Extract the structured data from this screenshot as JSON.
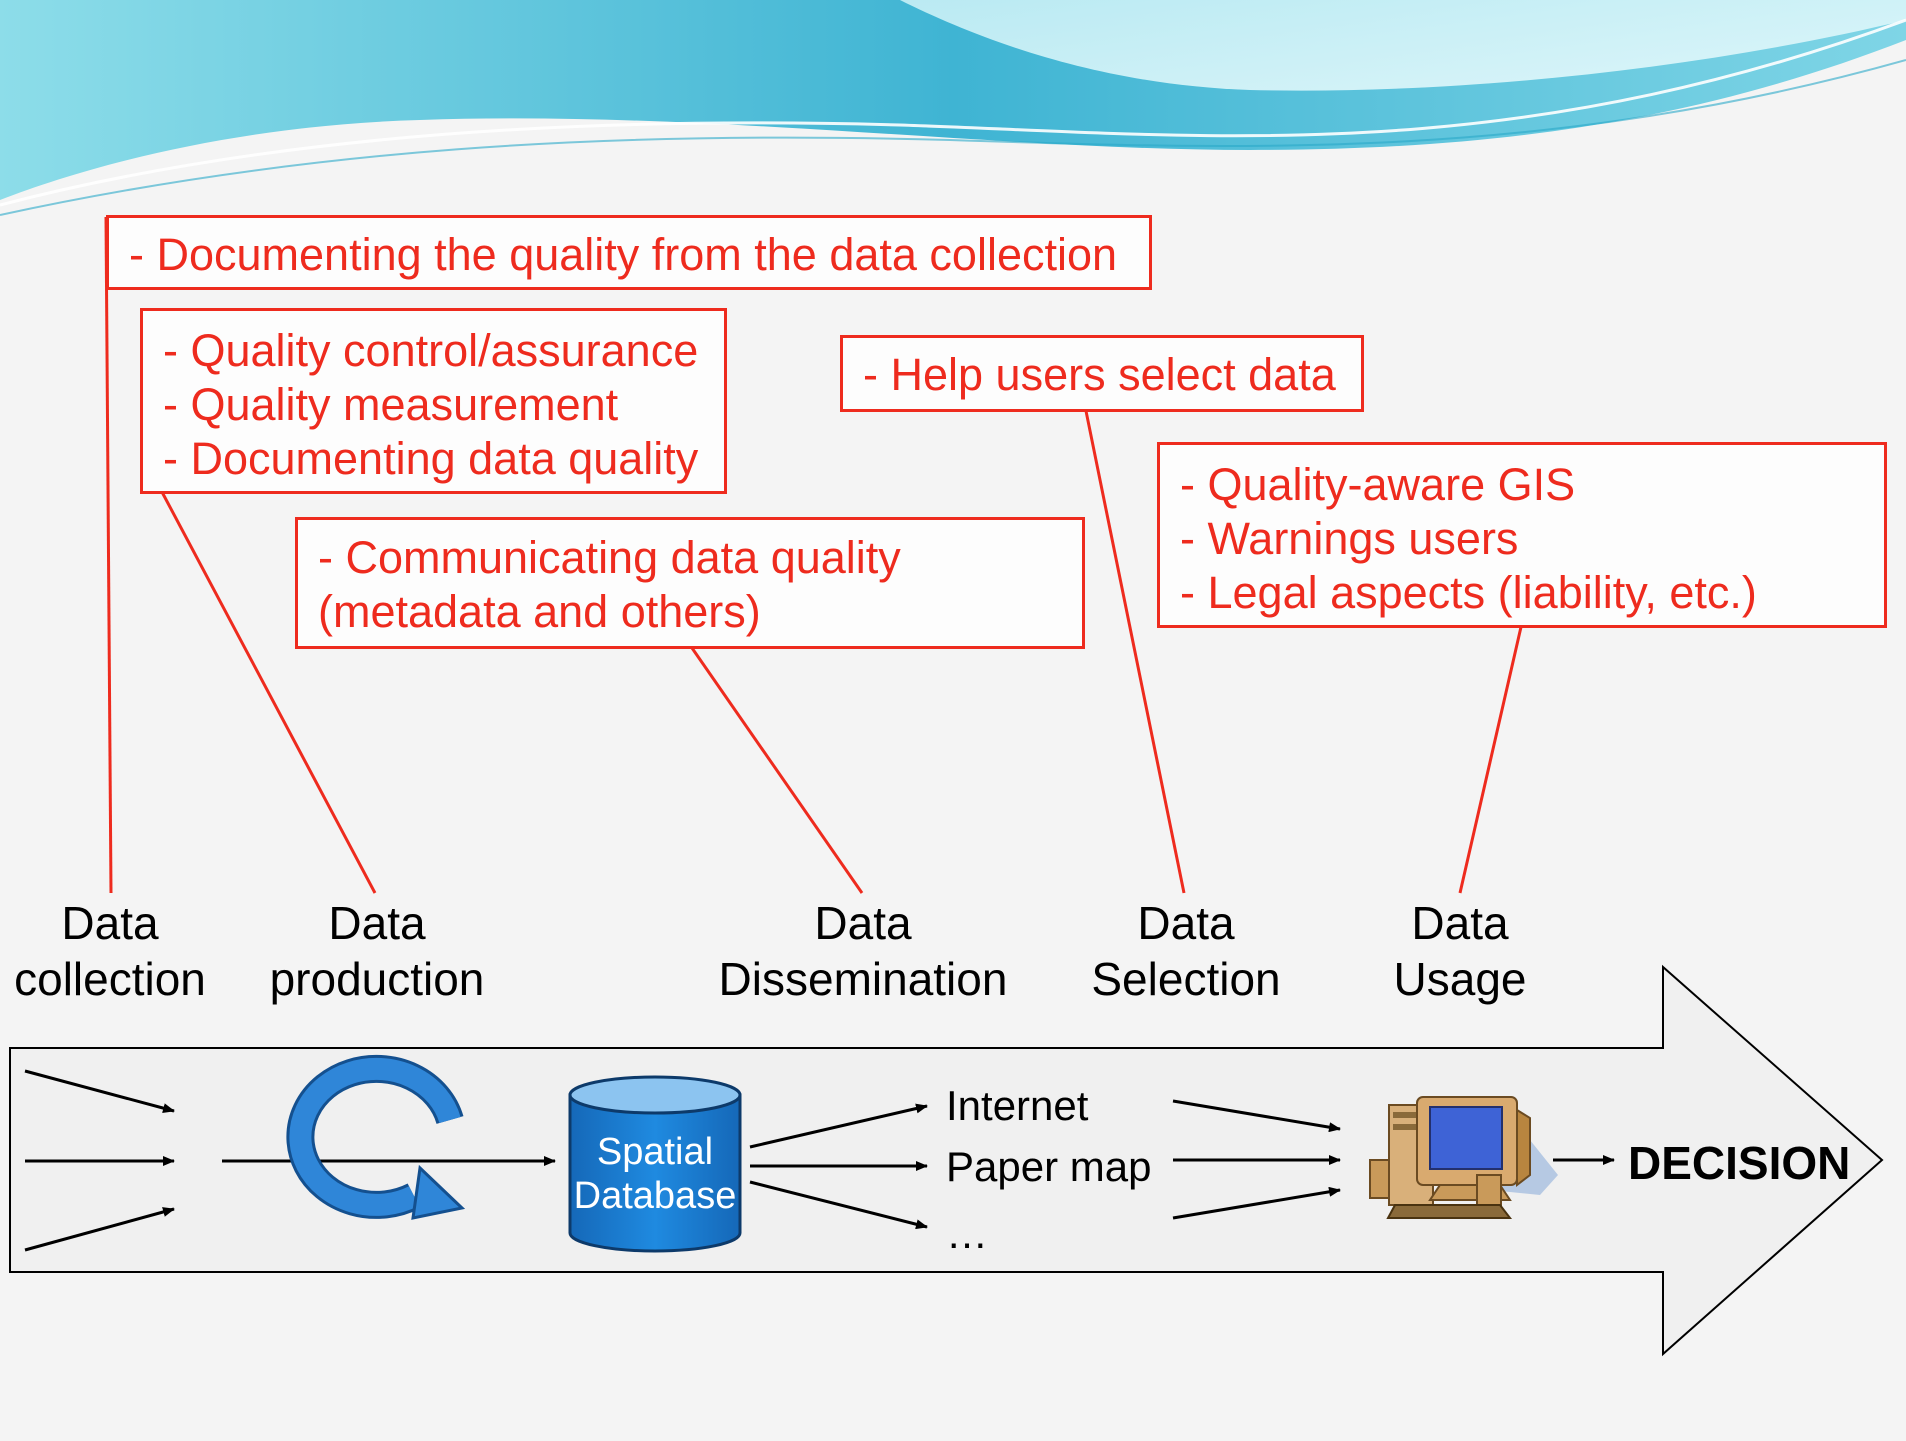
{
  "notes": {
    "collection": [
      "- Documenting the quality from the data collection"
    ],
    "production": [
      "- Quality control/assurance",
      "- Quality measurement",
      "- Documenting data quality"
    ],
    "selection": [
      "- Help users select data"
    ],
    "dissemination": [
      "- Communicating data quality",
      "(metadata and others)"
    ],
    "usage": [
      "- Quality-aware GIS",
      "- Warnings users",
      "- Legal aspects (liability, etc.)"
    ]
  },
  "stages": [
    {
      "line1": "Data",
      "line2": "collection"
    },
    {
      "line1": "Data",
      "line2": "production"
    },
    {
      "line1": "Data",
      "line2": "Dissemination"
    },
    {
      "line1": "Data",
      "line2": "Selection"
    },
    {
      "line1": "Data",
      "line2": "Usage"
    }
  ],
  "flow": {
    "database_line1": "Spatial",
    "database_line2": "Database",
    "outputs": [
      "Internet",
      "Paper map",
      "…"
    ],
    "decision": "DECISION"
  },
  "colors": {
    "accent_red": "#ee2b1e",
    "database_blue": "#1a7fd1",
    "cycle_blue": "#2f86d8",
    "header_cyan": "#5cc6dc"
  },
  "icons": {
    "cycle": "circular-arrow-icon",
    "database": "database-cylinder-icon",
    "computer": "computer-icon"
  }
}
